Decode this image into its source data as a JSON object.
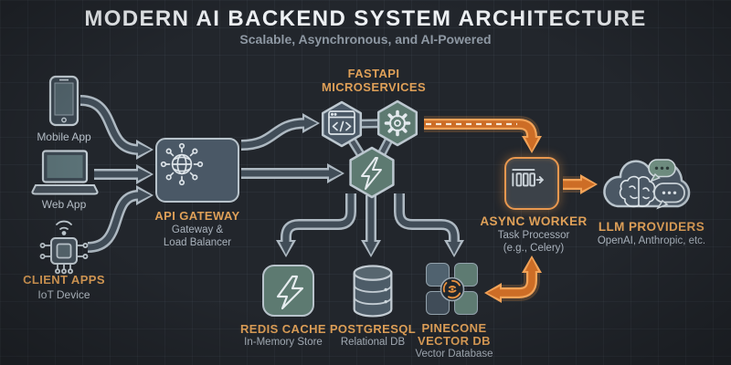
{
  "header": {
    "title": "MODERN AI BACKEND SYSTEM ARCHITECTURE",
    "subtitle": "Scalable, Asynchronous, and AI-Powered"
  },
  "clients": {
    "mobile_label": "Mobile App",
    "web_label": "Web App",
    "group_label": "CLIENT APPS",
    "iot_label": "IoT Device"
  },
  "gateway": {
    "title": "API GATEWAY",
    "sub1": "Gateway &",
    "sub2": "Load Balancer"
  },
  "fastapi": {
    "line1": "FASTAPI",
    "line2": "MICROSERVICES"
  },
  "worker": {
    "title": "ASYNC WORKER",
    "sub1": "Task Processor",
    "sub2": "(e.g., Celery)"
  },
  "llm": {
    "title": "LLM PROVIDERS",
    "sub": "OpenAI, Anthropic, etc."
  },
  "redis": {
    "title": "REDIS CACHE",
    "sub": "In-Memory Store"
  },
  "postgres": {
    "title": "POSTGRESQL",
    "sub": "Relational DB"
  },
  "pinecone": {
    "line1": "PINECONE",
    "line2": "VECTOR DB",
    "sub": "Vector Database"
  },
  "colors": {
    "background": "#22262c",
    "accent_text": "#dfa058",
    "orange_arrow_core": "#cd6d26",
    "orange_arrow_rim": "#f2a358",
    "slate_node": "#4a5866",
    "teal_node": "#5d7a71",
    "arrow_core": "#414d58",
    "arrow_rim": "#aeb9c2"
  }
}
